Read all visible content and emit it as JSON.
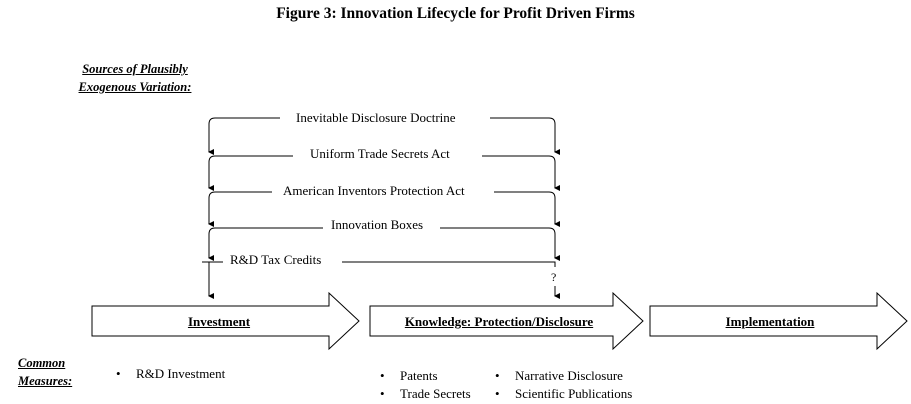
{
  "title": "Figure 3: Innovation Lifecycle for Profit Driven Firms",
  "sources_heading": [
    "Sources of Plausibly",
    "Exogenous Variation:"
  ],
  "policy_labels": [
    "Inevitable Disclosure Doctrine",
    "Uniform Trade Secrets Act",
    "American Inventors Protection Act",
    "Innovation Boxes",
    "R&D Tax Credits"
  ],
  "question_mark": "?",
  "stages": [
    "Investment",
    "Knowledge: Protection/Disclosure",
    "Implementation"
  ],
  "measures_heading": [
    "Common",
    "Measures:"
  ],
  "measures": {
    "investment": [
      "R&D Investment"
    ],
    "knowledge_left": [
      "Patents",
      "Trade Secrets"
    ],
    "knowledge_right": [
      "Narrative Disclosure",
      "Scientific Publications"
    ]
  },
  "bullet": "•"
}
